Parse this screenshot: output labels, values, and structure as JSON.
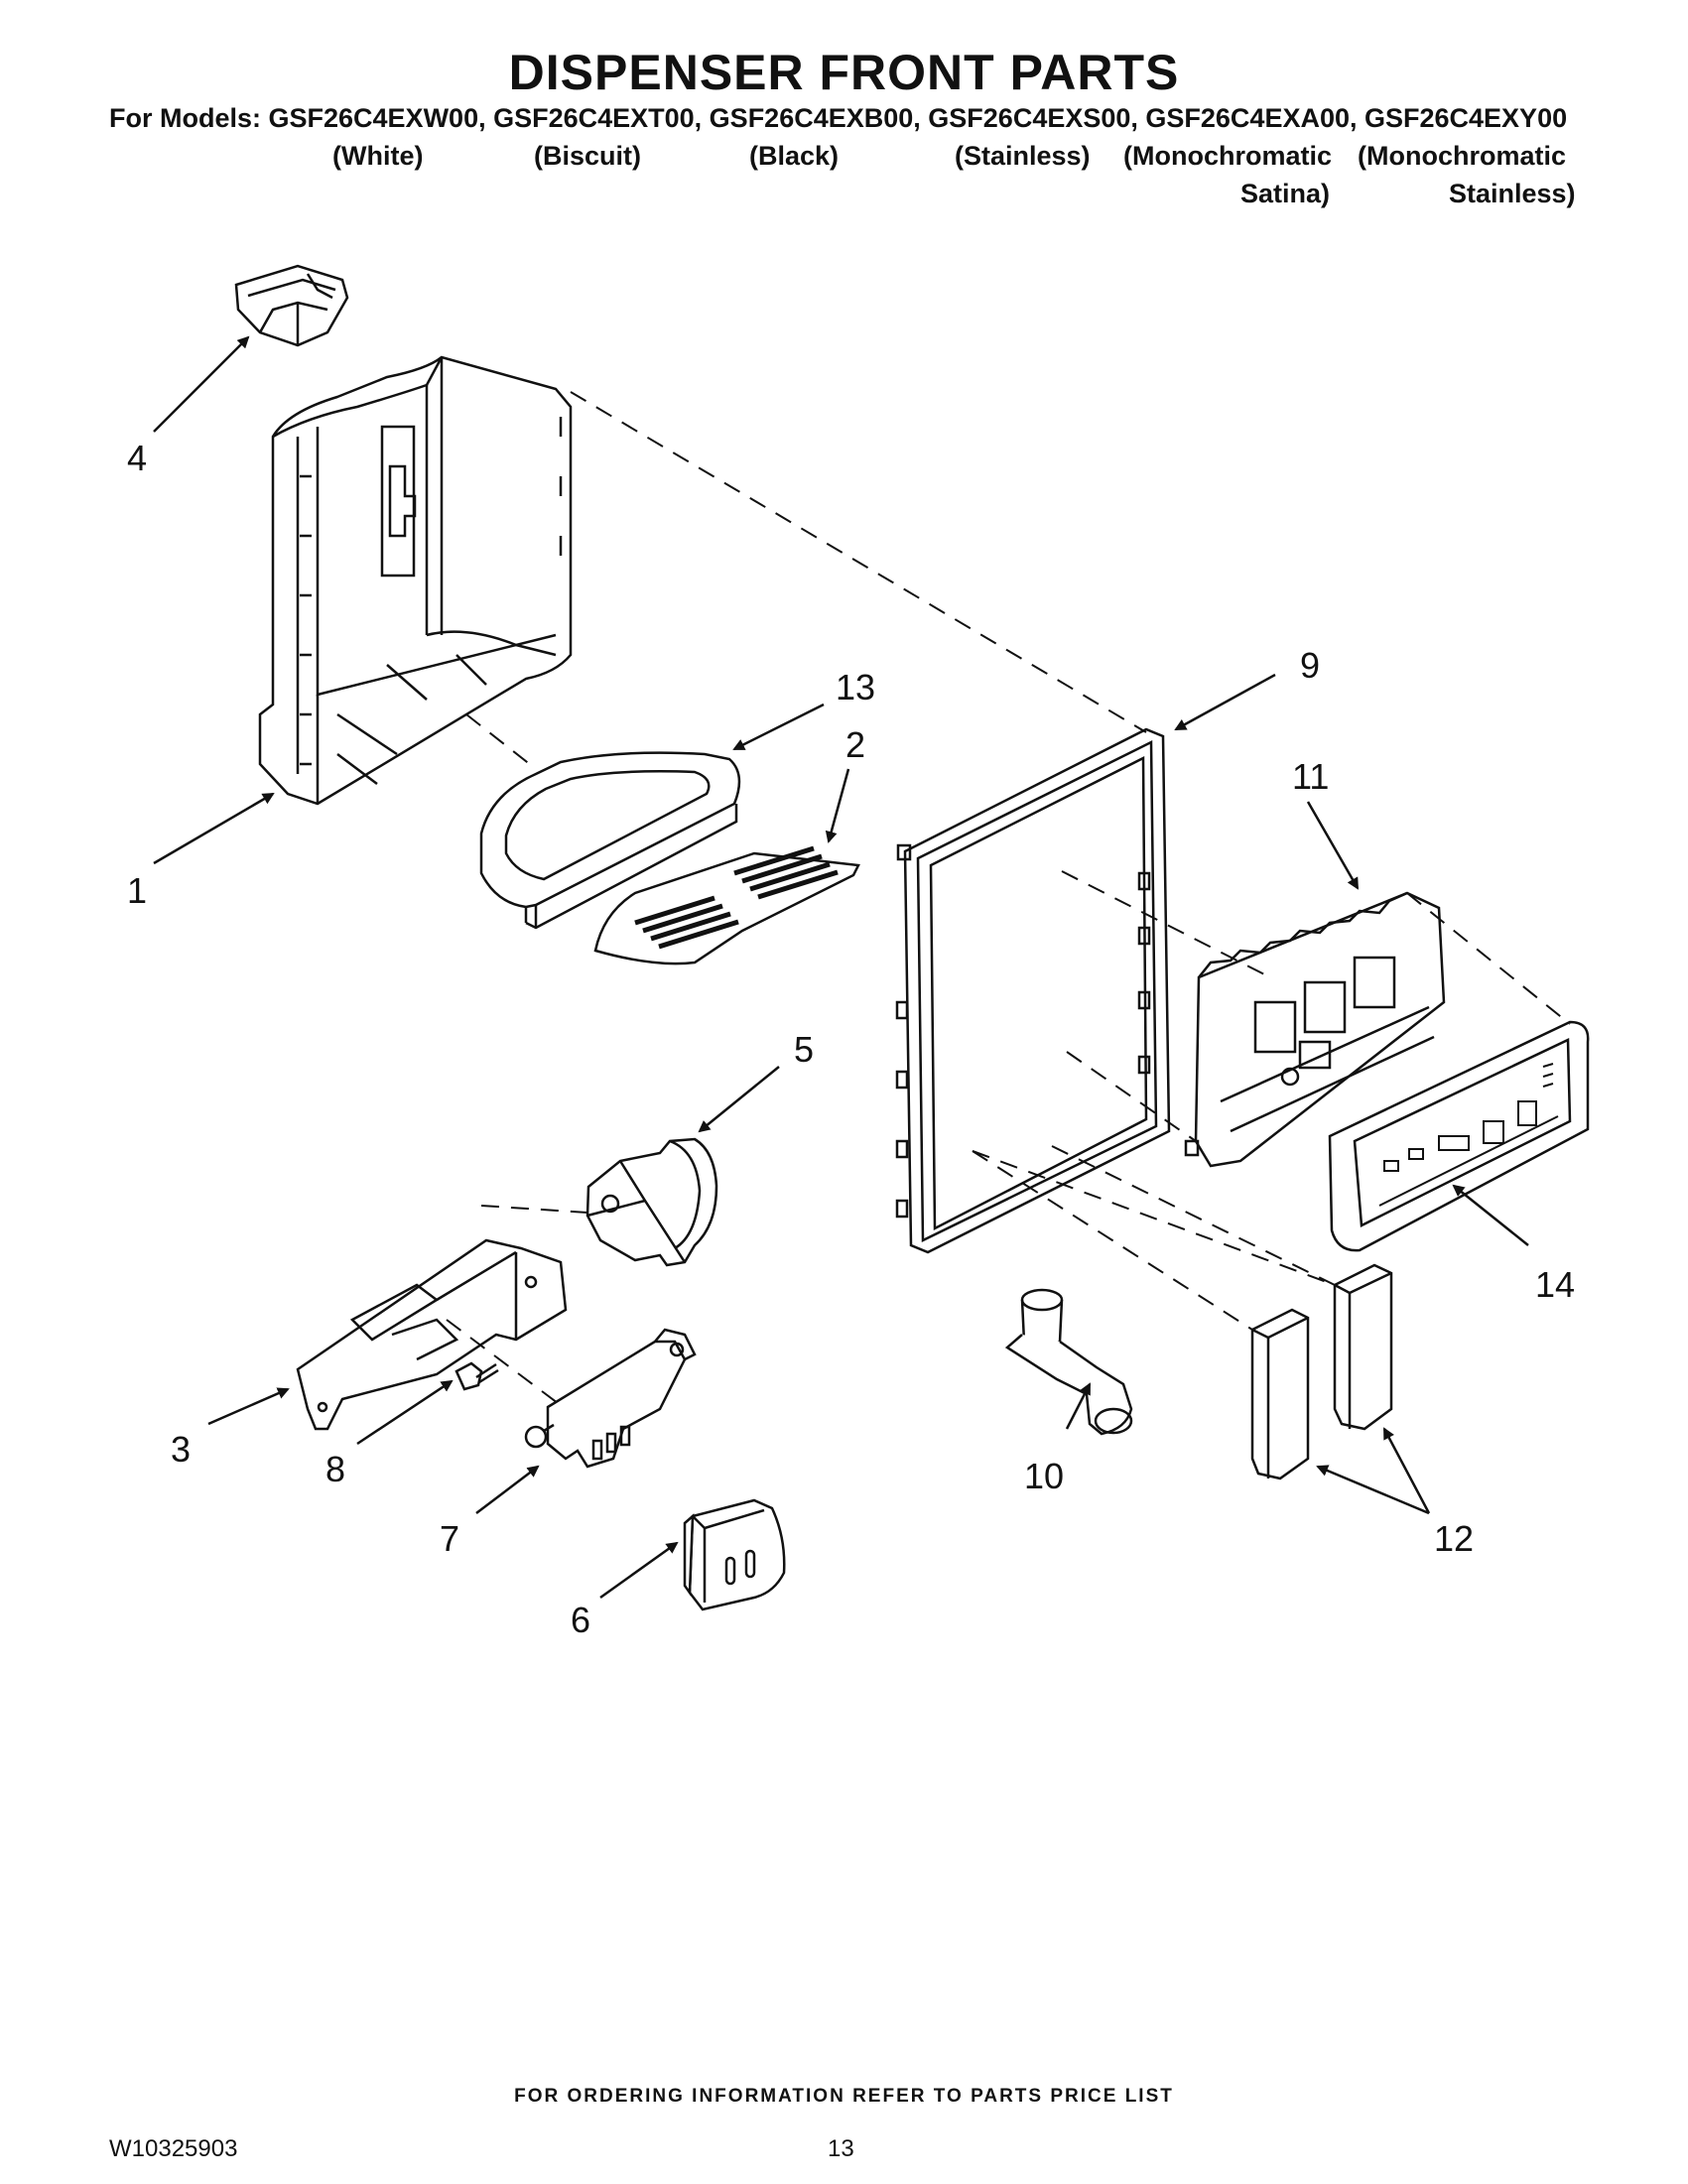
{
  "header": {
    "title": "DISPENSER FRONT PARTS",
    "models_line": "For Models: GSF26C4EXW00, GSF26C4EXT00, GSF26C4EXB00, GSF26C4EXS00, GSF26C4EXA00, GSF26C4EXY00",
    "finishes": {
      "white": "(White)",
      "biscuit": "(Biscuit)",
      "black": "(Black)",
      "stainless": "(Stainless)",
      "mono_satina_1": "(Monochromatic",
      "mono_satina_2": "Satina)",
      "mono_stainless_1": "(Monochromatic",
      "mono_stainless_2": "Stainless)"
    }
  },
  "callouts": [
    "1",
    "2",
    "3",
    "4",
    "5",
    "6",
    "7",
    "8",
    "9",
    "10",
    "11",
    "12",
    "13",
    "14"
  ],
  "footer": {
    "ordering_note": "FOR ORDERING INFORMATION REFER TO PARTS PRICE LIST",
    "doc_number": "W10325903",
    "page_number": "13"
  }
}
